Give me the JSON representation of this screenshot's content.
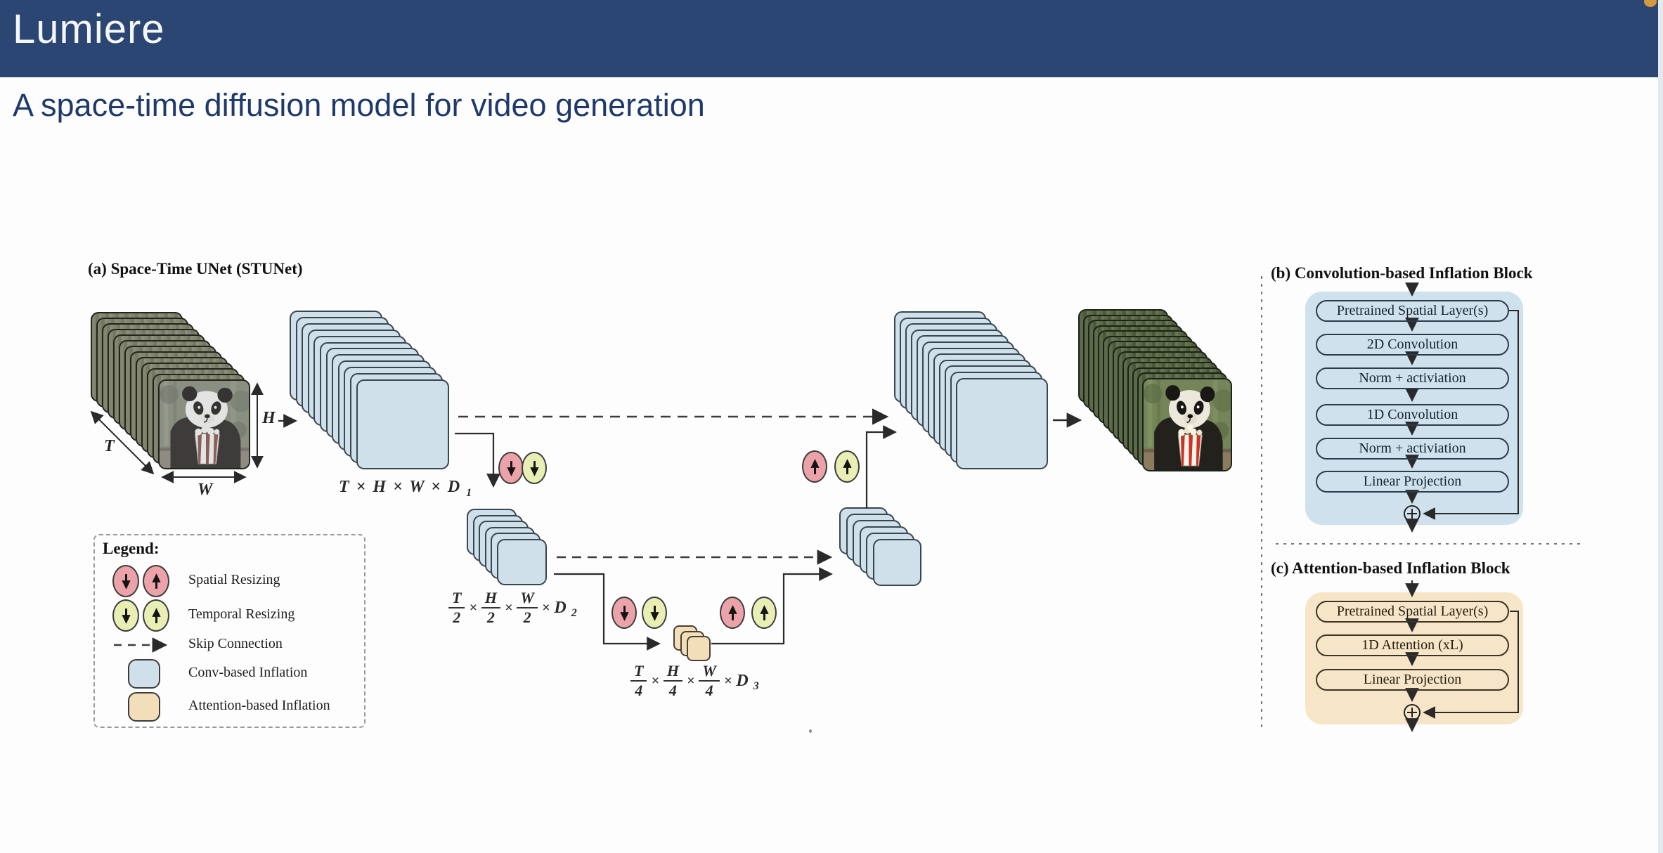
{
  "header": {
    "title": "Lumiere",
    "subtitle": "A space-time diffusion model for video generation"
  },
  "figure": {
    "panel_a": {
      "title": "(a) Space-Time UNet (STUNet)",
      "axis_labels": {
        "t": "T",
        "h": "H",
        "w": "W"
      },
      "dim_labels": {
        "level1": {
          "text": "T × H × W × D",
          "sub": "1"
        },
        "level2": {
          "fracs": [
            [
              "T",
              "2"
            ],
            [
              "H",
              "2"
            ],
            [
              "W",
              "2"
            ]
          ],
          "times": "×",
          "d": "D",
          "sub": "2"
        },
        "level3": {
          "fracs": [
            [
              "T",
              "4"
            ],
            [
              "H",
              "4"
            ],
            [
              "W",
              "4"
            ]
          ],
          "times": "×",
          "d": "D",
          "sub": "3"
        }
      }
    },
    "legend": {
      "title": "Legend:",
      "items": [
        {
          "icon": "spatial-resizing-icons",
          "label": "Spatial Resizing"
        },
        {
          "icon": "temporal-resizing-icons",
          "label": "Temporal Resizing"
        },
        {
          "icon": "skip-connection-dashes",
          "label": "Skip Connection"
        },
        {
          "icon": "conv-inflation-swatch",
          "label": "Conv-based Inflation"
        },
        {
          "icon": "attention-inflation-swatch",
          "label": "Attention-based Inflation"
        }
      ]
    },
    "panel_b": {
      "title": "(b) Convolution-based Inflation Block",
      "rows": [
        "Pretrained Spatial Layer(s)",
        "2D Convolution",
        "Norm + activiation",
        "1D Convolution",
        "Norm + activiation",
        "Linear Projection"
      ]
    },
    "panel_c": {
      "title": "(c) Attention-based Inflation Block",
      "rows": [
        "Pretrained Spatial Layer(s)",
        "1D Attention (xL)",
        "Linear Projection"
      ]
    }
  },
  "colors": {
    "header_bar": "#2b4673",
    "record_dot": "#d39a3d",
    "subtitle_text": "#1f3a6a",
    "conv_fill": "#cfe0ea",
    "attention_fill": "#f3deba",
    "spatial_circle_fill": "#eba3a9",
    "temporal_circle_fill": "#e9efb4"
  }
}
